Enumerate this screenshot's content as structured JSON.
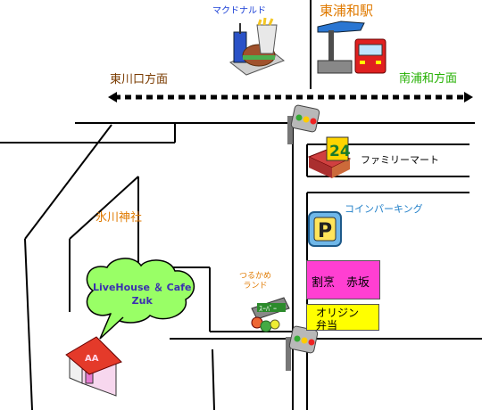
{
  "labels": {
    "station": "東浦和駅",
    "mcdonalds": "マクドナルド",
    "dir_left": "東川口方面",
    "dir_right": "南浦和方面",
    "family_mart": "ファミリーマート",
    "coin_parking": "コインパーキング",
    "shrine": "氷川神社",
    "tsurukame_line1": "つるかめ",
    "tsurukame_line2": "ランド",
    "kappo": "割烹　赤坂",
    "bento_line1": "オリジン",
    "bento_line2": "弁当",
    "cafe_line1": "LiveHouse ＆ Cafe",
    "cafe_line2": "Zuk",
    "fm_number": "24",
    "parking_sign": "P",
    "super_sign": "ｽｰﾊﾟｰ",
    "house_sign": "AA"
  },
  "icons": [
    "fast-food-icon",
    "train-icon",
    "traffic-signal-icon",
    "convenience-store-icon",
    "parking-icon",
    "supermarket-icon",
    "house-icon"
  ],
  "colors": {
    "station": "#e07a00",
    "dir_left": "#7a3b00",
    "dir_right": "#23b000",
    "coin_parking": "#1e7ec8",
    "kappo_bg": "#ff3fd2",
    "bento_bg": "#ffff00",
    "cafe_bubble": "#99ff66"
  }
}
